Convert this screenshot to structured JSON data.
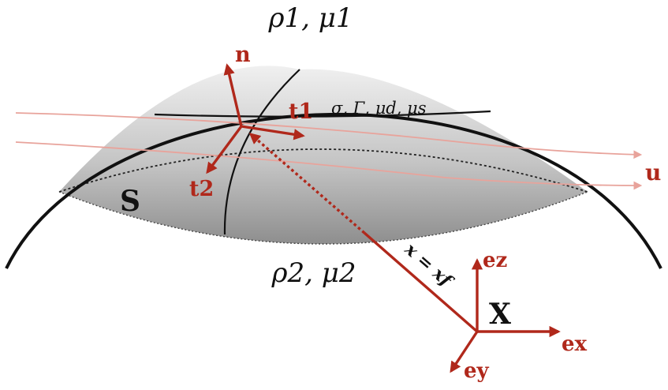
{
  "labels": {
    "fluid_top": "ρ1, μ1",
    "fluid_bottom": "ρ2, μ2",
    "surface_props": "σ, Γ, μd, μs",
    "surface": "S",
    "normal": "n",
    "tangent1": "t1",
    "tangent2": "t2",
    "velocity": "u",
    "position": "x = xf",
    "frame_origin": "X",
    "basis_x": "ex",
    "basis_y": "ey",
    "basis_z": "ez"
  },
  "colors": {
    "accent": "#b0281b",
    "streamline": "#e8a39b",
    "outline": "#111111",
    "surface_light": "#f2f2f2",
    "surface_dark": "#8f8f8f"
  }
}
